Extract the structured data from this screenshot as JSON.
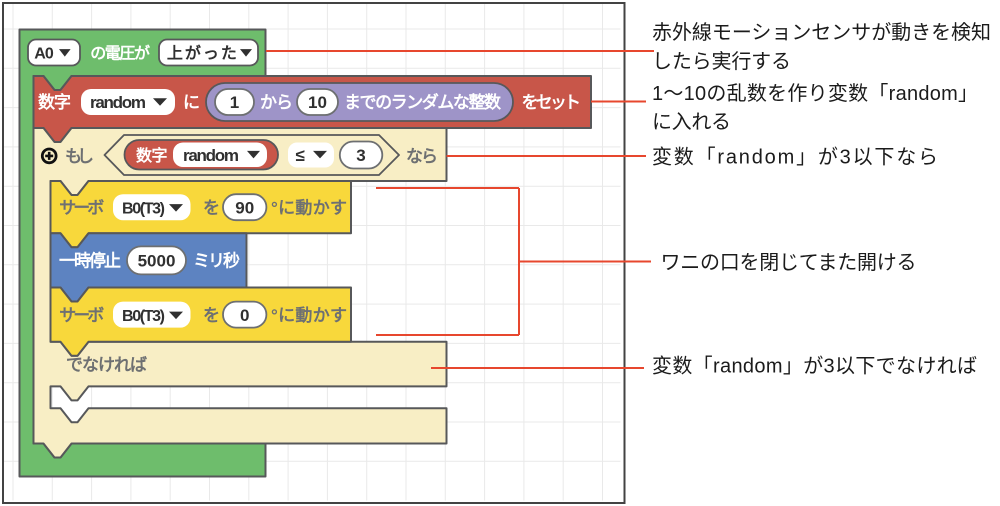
{
  "colors": {
    "event_green": "#6ebd6c",
    "variable_red": "#c85649",
    "math_purple": "#9e94c8",
    "logic_cream": "#f8eec5",
    "servo_yellow": "#f8d83b",
    "pause_blue": "#5d83c1",
    "block_border": "#57585a",
    "callout_red": "#e7472e",
    "canvas_border": "#434343",
    "grid_line": "#e9e9e9",
    "light_text": "#6e7072",
    "field_text": "#303030",
    "annotation_text": "#1b1b1b"
  },
  "blocks": {
    "event": {
      "pin": "A0",
      "label_voltage": "の電圧が",
      "edge": "上がった"
    },
    "set_random": {
      "label_type": "数字",
      "variable": "random",
      "label_to": "に",
      "min": "1",
      "label_from": "から",
      "max": "10",
      "label_random": "までのランダムな整数",
      "label_set": "をセット"
    },
    "if_block": {
      "label_if": "もし",
      "label_then": "なら",
      "label_else": "でなければ",
      "condition": {
        "label_type": "数字",
        "variable": "random",
        "operator": "≤",
        "value": "3"
      }
    },
    "servo_close": {
      "label": "サーボ",
      "pin": "B0(T3)",
      "label_to": "を",
      "angle": "90",
      "label_degrees": "°に動かす"
    },
    "pause": {
      "label": "一時停止",
      "duration": "5000",
      "label_ms": "ミリ秒"
    },
    "servo_open": {
      "label": "サーボ",
      "pin": "B0(T3)",
      "label_to": "を",
      "angle": "0",
      "label_degrees": "°に動かす"
    }
  },
  "annotations": [
    {
      "text": "赤外線モーションセンサが動きを検知したら実行する",
      "lines": [
        "赤外線モーションセンサが動きを検知",
        "したら実行する"
      ]
    },
    {
      "text": "1〜10の乱数を作り変数「random」に入れる",
      "lines": [
        "1〜10の乱数を作り変数「random」",
        "に入れる"
      ]
    },
    {
      "text": "変数「random」が3以下なら",
      "lines": [
        "変数「random」が3以下なら"
      ]
    },
    {
      "text": "ワニの口を閉じてまた開ける",
      "lines": [
        "ワニの口を閉じてまた開ける"
      ]
    },
    {
      "text": "変数「random」が3以下でなければ",
      "lines": [
        "変数「random」が3以下でなければ"
      ]
    }
  ]
}
